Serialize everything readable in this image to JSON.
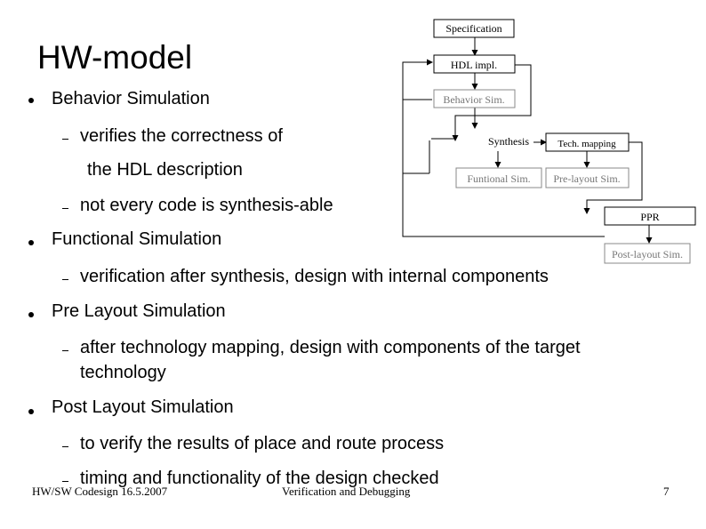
{
  "slide": {
    "title": "HW-model",
    "items": [
      {
        "text": "Behavior Simulation",
        "sub": [
          "verifies the correctness of",
          "the HDL description",
          "not every code is synthesis-able"
        ]
      },
      {
        "text": "Functional Simulation",
        "sub": [
          "verification after synthesis, design with internal components"
        ]
      },
      {
        "text": "Pre Layout Simulation",
        "sub": [
          "after technology mapping, design with components of the target",
          "technology"
        ]
      },
      {
        "text": "Post Layout Simulation",
        "sub": [
          "to verify the results of place and route process",
          "timing and functionality of the design checked"
        ]
      }
    ]
  },
  "diagram": {
    "specification": "Specification",
    "hdl_impl": "HDL impl.",
    "behavior_sim": "Behavior Sim.",
    "synthesis": "Synthesis",
    "tech_mapping": "Tech. mapping",
    "functional_sim": "Funtional Sim.",
    "prelayout_sim": "Pre-layout Sim.",
    "ppr": "PPR",
    "postlayout_sim": "Post-layout Sim."
  },
  "footer": {
    "left": "HW/SW Codesign 16.5.2007",
    "center": "Verification and Debugging",
    "page": "7"
  }
}
